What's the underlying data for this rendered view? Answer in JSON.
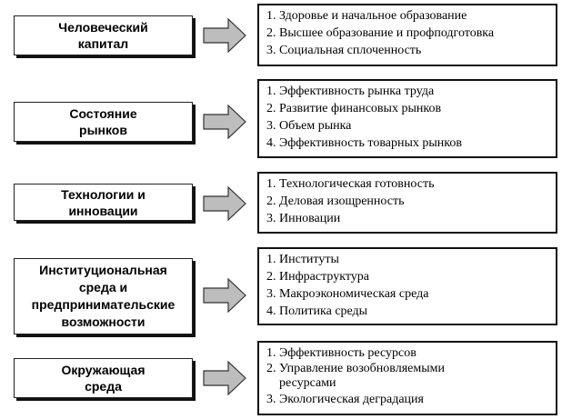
{
  "rows": [
    {
      "category": "Человеческий\nкапитал",
      "items": [
        "1. Здоровье и начальное образование",
        "2. Высшее образование и профподготовка",
        "3. Социальная сплоченность"
      ]
    },
    {
      "category": "Состояние\nрынков",
      "items": [
        "1. Эффективность рынка труда",
        "2. Развитие финансовых рынков",
        "3. Объем рынка",
        "4. Эффективность товарных рынков"
      ]
    },
    {
      "category": "Технологии и\nинновации",
      "items": [
        "1. Технологическая готовность",
        "2. Деловая изощренность",
        "3. Инновации"
      ]
    },
    {
      "category": "Институциональная\nсреда и\nпредпринимательские\nвозможности",
      "items": [
        "1. Институты",
        "2. Инфраструктура",
        "3. Макроэкономическая среда",
        "4. Политика среды"
      ]
    },
    {
      "category": "Окружающая\nсреда",
      "items": [
        "1. Эффективность ресурсов",
        "2. Управление возобновляемыми ресурсами",
        "3. Экологическая деградация"
      ]
    }
  ],
  "colors": {
    "arrow_fill": "#bdbdbd",
    "arrow_stroke": "#333333",
    "border": "#111111"
  }
}
